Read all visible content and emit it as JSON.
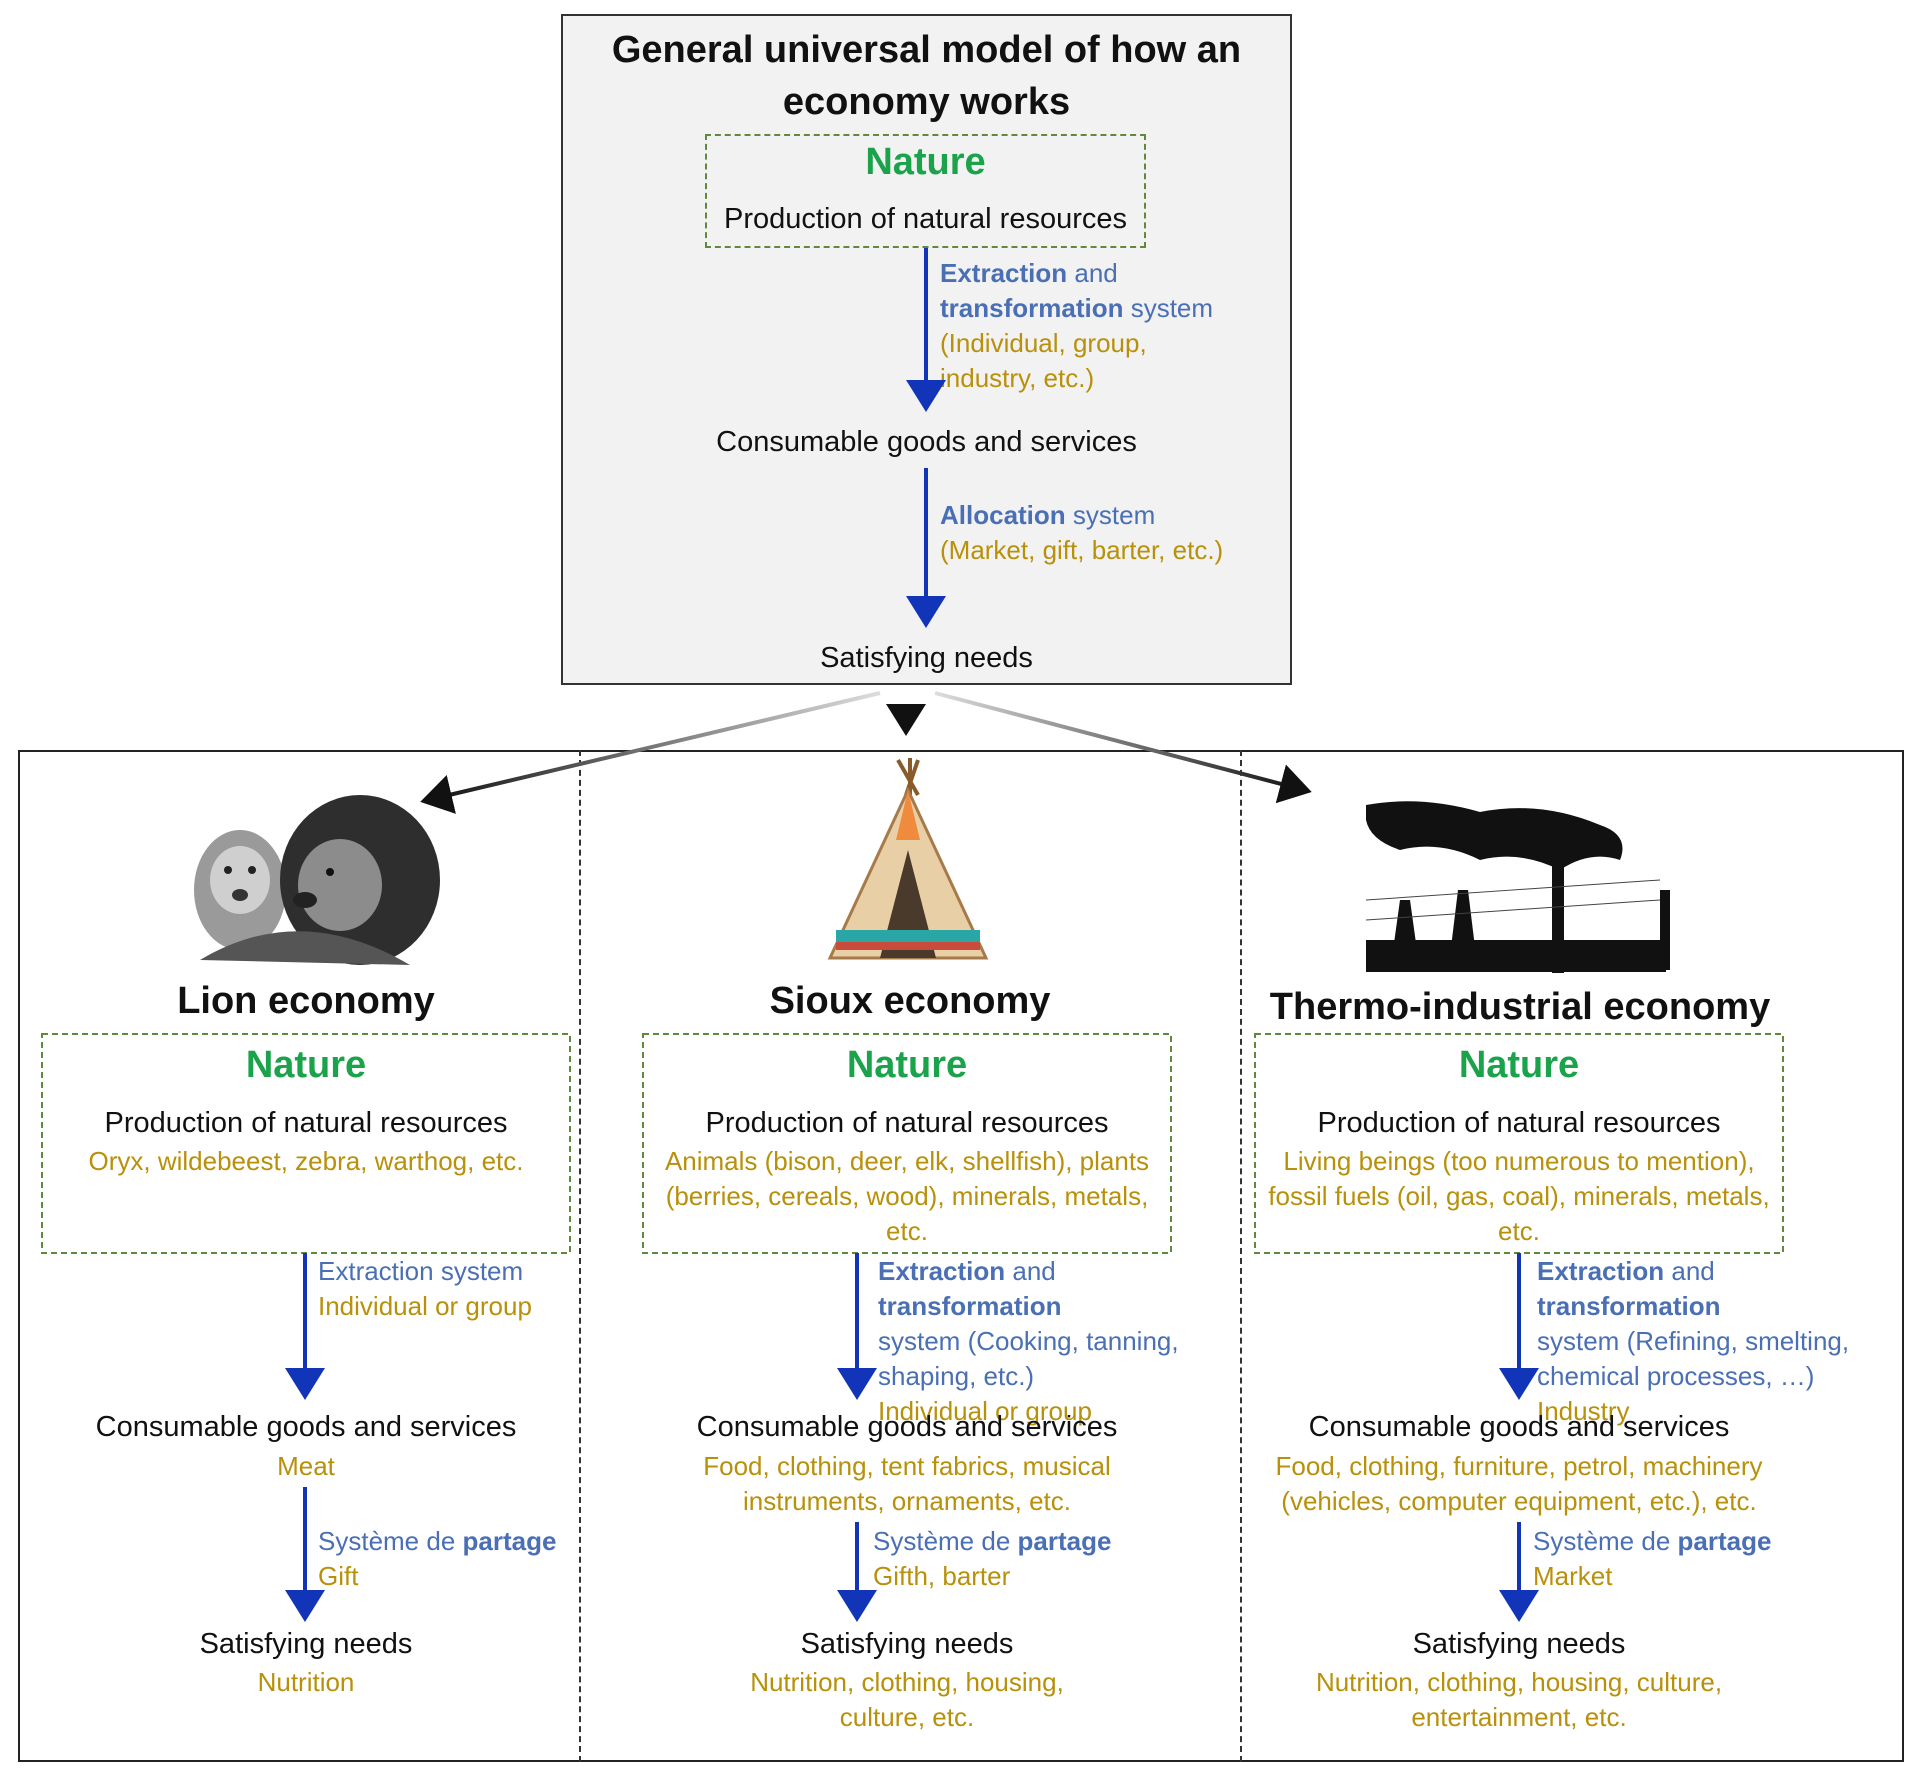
{
  "general": {
    "title_line1": "General universal model of how an",
    "title_line2": "economy works",
    "nature": "Nature",
    "production": "Production of natural resources",
    "extraction_bold": "Extraction",
    "extraction_and": " and",
    "transformation_bold": "transformation",
    "transformation_rest": " system",
    "extraction_examples_line1": "(Individual, group,",
    "extraction_examples_line2": "industry, etc.)",
    "goods": "Consumable goods and services",
    "allocation_bold": "Allocation",
    "allocation_rest": " system",
    "allocation_examples": "(Market, gift, barter, etc.)",
    "needs": "Satisfying needs"
  },
  "lion": {
    "title": "Lion economy",
    "nature": "Nature",
    "production": "Production of natural resources",
    "resources": "Oryx, wildebeest, zebra, warthog, etc.",
    "extraction_line1": "Extraction system",
    "extraction_line2": "Individual or group",
    "goods": "Consumable goods and services",
    "goods_examples": "Meat",
    "sharing_prefix": "Système de ",
    "sharing_bold": "partage",
    "sharing_examples": "Gift",
    "needs": "Satisfying needs",
    "needs_examples": "Nutrition"
  },
  "sioux": {
    "title": "Sioux economy",
    "nature": "Nature",
    "production": "Production of natural resources",
    "resources_line1": "Animals (bison, deer, elk, shellfish), plants",
    "resources_line2": "(berries, cereals, wood), minerals, metals,",
    "resources_line3": "etc.",
    "extraction_bold": "Extraction",
    "extraction_and": " and ",
    "transformation_bold": "transformation",
    "extraction_line2": "system (Cooking, tanning,",
    "extraction_line3": "shaping, etc.)",
    "extraction_line4": "Individual or group",
    "goods": "Consumable goods and services",
    "goods_examples_line1": "Food, clothing, tent fabrics, musical",
    "goods_examples_line2": "instruments, ornaments, etc.",
    "sharing_prefix": "Système de ",
    "sharing_bold": "partage",
    "sharing_examples": "Gifth, barter",
    "needs": "Satisfying needs",
    "needs_examples_line1": "Nutrition, clothing, housing,",
    "needs_examples_line2": "culture, etc."
  },
  "thermo": {
    "title": "Thermo-industrial economy",
    "nature": "Nature",
    "production": "Production of natural resources",
    "resources_line1": "Living beings (too numerous to mention),",
    "resources_line2": "fossil fuels (oil, gas, coal), minerals, metals,",
    "resources_line3": "etc.",
    "extraction_bold": "Extraction",
    "extraction_and": " and ",
    "transformation_bold": "transformation",
    "extraction_line2": "system (Refining, smelting,",
    "extraction_line3": "chemical processes, …)",
    "extraction_line4": "Industry",
    "goods": "Consumable goods and services",
    "goods_examples_line1": "Food, clothing, furniture, petrol, machinery",
    "goods_examples_line2": "(vehicles, computer equipment, etc.), etc.",
    "sharing_prefix": "Système de ",
    "sharing_bold": "partage",
    "sharing_examples": "Market",
    "needs": "Satisfying needs",
    "needs_examples_line1": "Nutrition, clothing, housing, culture,",
    "needs_examples_line2": "entertainment, etc."
  },
  "colors": {
    "green": "#1aa34a",
    "blue_text": "#4a6fb5",
    "gold_text": "#b8900a",
    "arrow_blue": "#1234b8"
  }
}
